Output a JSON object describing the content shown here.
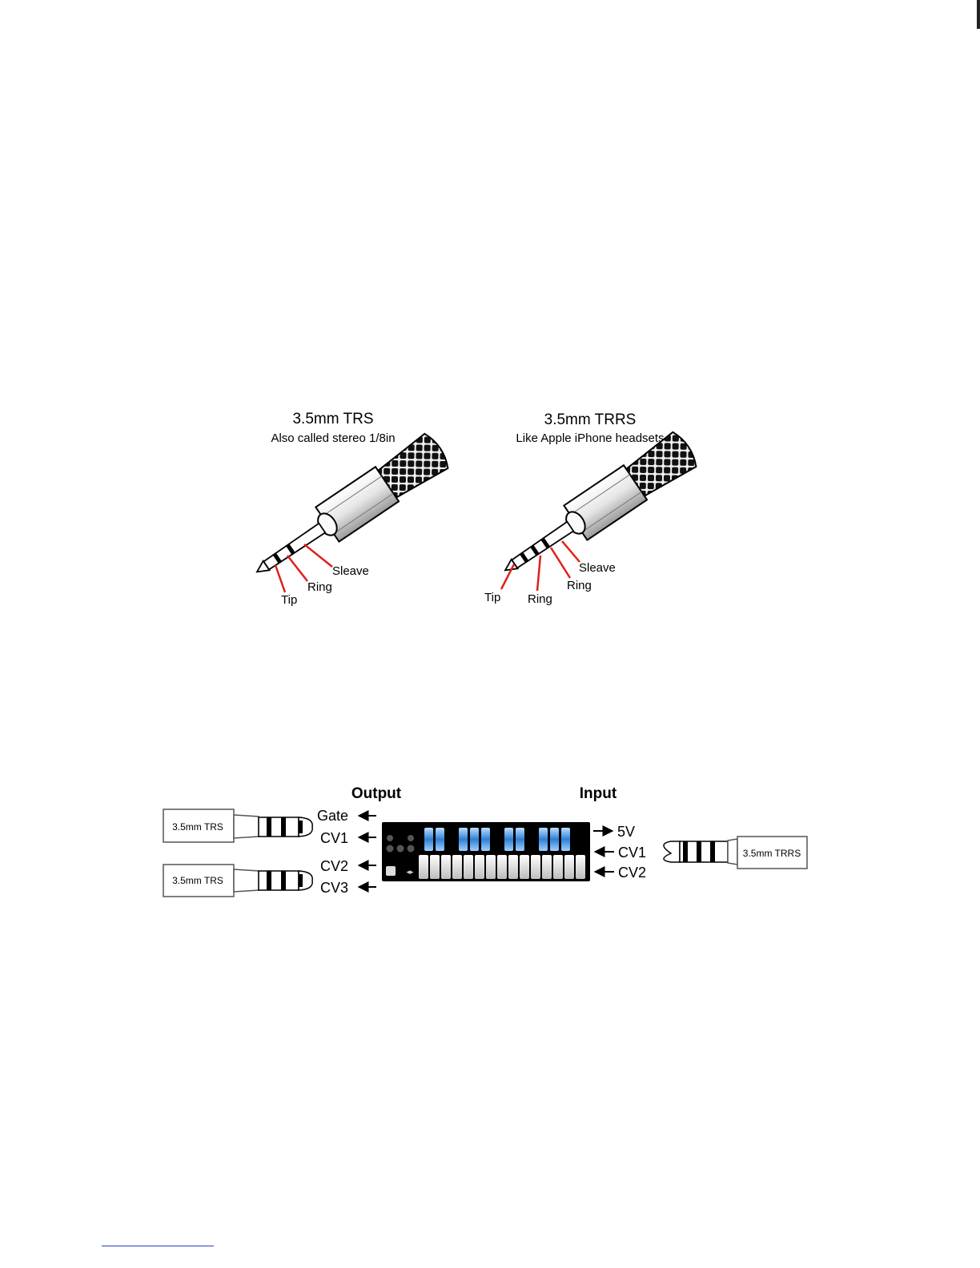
{
  "jacks": {
    "trs": {
      "title": "3.5mm TRS",
      "subtitle": "Also called stereo 1/8in",
      "labels": {
        "tip": "Tip",
        "ring": "Ring",
        "sleeve": "Sleave"
      }
    },
    "trrs": {
      "title": "3.5mm TRRS",
      "subtitle": "Like Apple iPhone headsets",
      "labels": {
        "tip": "Tip",
        "ring1": "Ring",
        "ring2": "Ring",
        "sleeve": "Sleave"
      }
    }
  },
  "connection": {
    "output_heading": "Output",
    "input_heading": "Input",
    "plug_left_top": "3.5mm TRS",
    "plug_left_bottom": "3.5mm TRS",
    "plug_right": "3.5mm TRRS",
    "outputs": {
      "gate": "Gate",
      "cv1": "CV1",
      "cv2": "CV2",
      "cv3": "CV3"
    },
    "inputs": {
      "v5": "5V",
      "cv1": "CV1",
      "cv2": "CV2"
    }
  },
  "colors": {
    "callout": "#e0201b",
    "key_blue": "#2f7fd6",
    "footnote_rule": "#1f3fbf"
  }
}
